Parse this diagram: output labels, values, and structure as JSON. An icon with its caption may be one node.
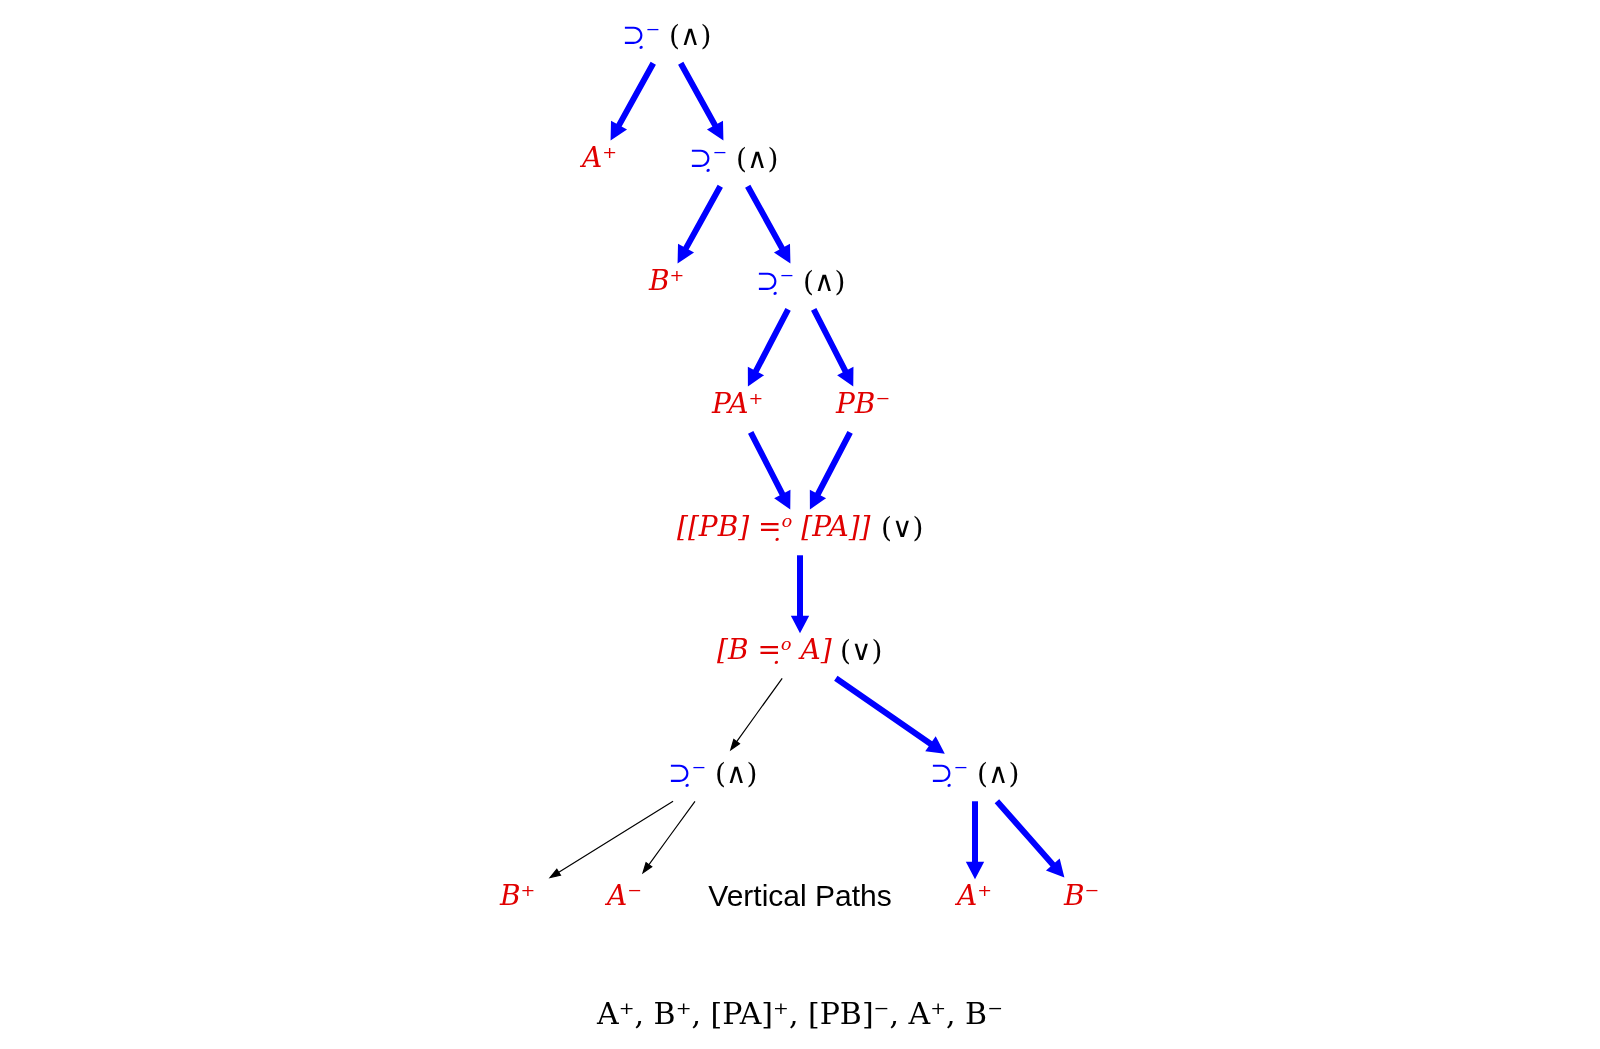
{
  "diagram": {
    "nodes": [
      {
        "text": [
          "⊃̣⁻"
        ],
        "beside": [
          "(∧)"
        ]
      },
      {
        "text": [
          "A⁺"
        ]
      },
      {
        "text": [
          "⊃̣⁻"
        ],
        "beside": [
          "(∧)"
        ]
      },
      {
        "text": [
          "B⁺"
        ]
      },
      {
        "text": [
          "⊃̣⁻"
        ],
        "beside": [
          "(∧)"
        ]
      },
      {
        "text": [
          "PA⁺"
        ]
      },
      {
        "text": [
          "PB⁻"
        ]
      },
      {
        "text": [
          "[[PB] =̣ᵒ [PA]]"
        ],
        "beside": [
          "(∨)"
        ]
      },
      {
        "text": [
          "[B =̣ᵒ A]"
        ],
        "beside": [
          "(∨)"
        ]
      },
      {
        "text": [
          "⊃̣⁻"
        ],
        "beside": [
          "(∧)"
        ]
      },
      {
        "text": [
          "⊃̣⁻"
        ],
        "beside": [
          "(∧)"
        ]
      },
      {
        "text": [
          "B⁺"
        ]
      },
      {
        "text": [
          "A⁻"
        ]
      },
      {
        "text": [
          "A⁺"
        ]
      },
      {
        "text": [
          "B⁻"
        ]
      }
    ],
    "edges": [
      {
        "from": 0,
        "to": 1,
        "arrow": "to"
      },
      {
        "from": 0,
        "to": 2,
        "arrow": "to"
      },
      {
        "from": 2,
        "to": 3,
        "arrow": "to"
      },
      {
        "from": 2,
        "to": 4,
        "arrow": "to"
      },
      {
        "from": 4,
        "to": 5,
        "arrow": "to"
      },
      {
        "from": 4,
        "to": 6,
        "arrow": "to"
      },
      {
        "from": 5,
        "to": 7,
        "arrow": "to"
      },
      {
        "from": 6,
        "to": 7,
        "arrow": "to"
      },
      {
        "from": 7,
        "to": 8,
        "arrow": "to"
      },
      {
        "from": 8,
        "to": 9,
        "arrow": "to",
        "color": "#000000"
      },
      {
        "from": 8,
        "to": 10,
        "arrow": "to"
      },
      {
        "from": 9,
        "to": 11,
        "arrow": "to",
        "color": "#000000"
      },
      {
        "from": 9,
        "to": 12,
        "arrow": "to",
        "color": "#000000"
      },
      {
        "from": 10,
        "to": 13,
        "arrow": "to"
      },
      {
        "from": 10,
        "to": 14,
        "arrow": "to"
      }
    ],
    "labels": [
      "Vertical Paths",
      "A⁺, B⁺, [PA]⁺, [PB]⁻, A⁺, B⁻"
    ]
  }
}
